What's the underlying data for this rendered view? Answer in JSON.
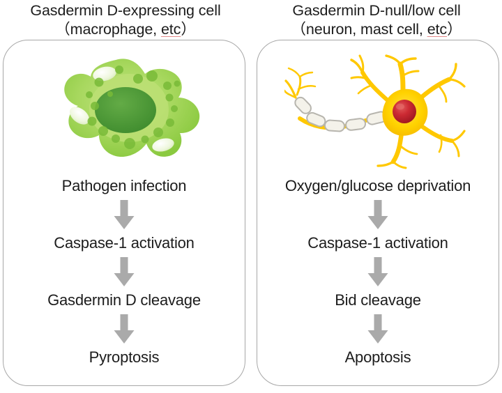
{
  "figure": {
    "columns": [
      {
        "id": "gasdermin-d-expressing",
        "header_line1": "Gasdermin D-expressing cell",
        "header_line2_open": "（macrophage, ",
        "header_line2_etc": "etc",
        "header_line2_close": "）",
        "illustration": "macrophage-cell-icon",
        "steps": [
          "Pathogen infection",
          "Caspase-1 activation",
          "Gasdermin D cleavage",
          "Pyroptosis"
        ]
      },
      {
        "id": "gasdermin-d-null-low",
        "header_line1": "Gasdermin D-null/low cell",
        "header_line2_open": "（neuron, mast cell, ",
        "header_line2_etc": "etc",
        "header_line2_close": "）",
        "illustration": "neuron-cell-icon",
        "steps": [
          "Oxygen/glucose deprivation",
          "Caspase-1 activation",
          "Bid cleavage",
          "Apoptosis"
        ]
      }
    ],
    "colors": {
      "arrow_gray": "#aaaaaa",
      "panel_border": "#a7a7a7",
      "text": "#1c1c1c",
      "etc_underline": "#e38a8a",
      "macrophage_body": "#9ed14f",
      "macrophage_inner": "#b9de71",
      "macrophage_nucleus": "#4e9c36",
      "macrophage_vacuole": "#edf7de",
      "neuron_body": "#ffd400",
      "neuron_nucleus": "#c2202e",
      "myelin_fill": "#f4f2ea",
      "myelin_stroke": "#b7b5ae"
    }
  }
}
